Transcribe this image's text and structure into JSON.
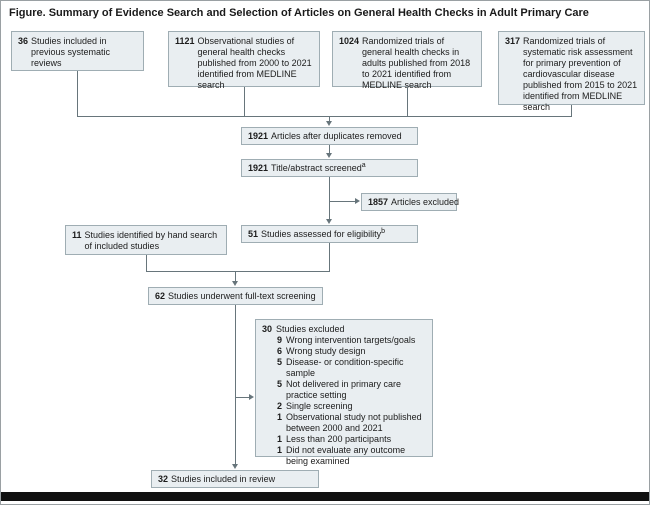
{
  "figure": {
    "title": "Figure. Summary of Evidence Search and Selection of Articles on General Health Checks in Adult Primary Care"
  },
  "boxes": {
    "prev_reviews": {
      "num": "36",
      "text": "Studies included in previous systematic reviews"
    },
    "observational": {
      "num": "1121",
      "text": "Observational studies of general health checks published from 2000 to 2021 identified from MEDLINE search"
    },
    "rct_health_checks": {
      "num": "1024",
      "text": "Randomized trials of general health checks in adults published from 2018 to 2021 identified from MEDLINE search"
    },
    "rct_risk": {
      "num": "317",
      "text": "Randomized trials of systematic risk assessment for primary prevention of cardiovascular disease published from 2015 to 2021 identified from MEDLINE search"
    },
    "duplicates_removed": {
      "num": "1921",
      "text": "Articles after duplicates removed"
    },
    "title_abstract": {
      "num": "1921",
      "text": "Title/abstract screened",
      "sup": "a"
    },
    "articles_excluded": {
      "num": "1857",
      "text": "Articles excluded"
    },
    "hand_search": {
      "num": "11",
      "text": "Studies identified by hand search of included studies"
    },
    "eligibility": {
      "num": "51",
      "text": "Studies assessed for eligibility",
      "sup": "b"
    },
    "full_text": {
      "num": "62",
      "text": "Studies underwent full-text screening"
    },
    "excluded": {
      "num": "30",
      "text": "Studies excluded",
      "reasons": [
        {
          "num": "9",
          "text": "Wrong intervention targets/goals"
        },
        {
          "num": "6",
          "text": "Wrong study design"
        },
        {
          "num": "5",
          "text": "Disease- or condition-specific sample"
        },
        {
          "num": "5",
          "text": "Not delivered in primary care practice setting"
        },
        {
          "num": "2",
          "text": "Single screening"
        },
        {
          "num": "1",
          "text": "Observational study not published between 2000 and 2021"
        },
        {
          "num": "1",
          "text": "Less than 200 participants"
        },
        {
          "num": "1",
          "text": "Did not evaluate any outcome being examined"
        }
      ]
    },
    "included": {
      "num": "32",
      "text": "Studies included in review"
    }
  },
  "colors": {
    "box_bg": "#e9eef1",
    "box_border": "#9fadb3",
    "line": "#67757b"
  }
}
